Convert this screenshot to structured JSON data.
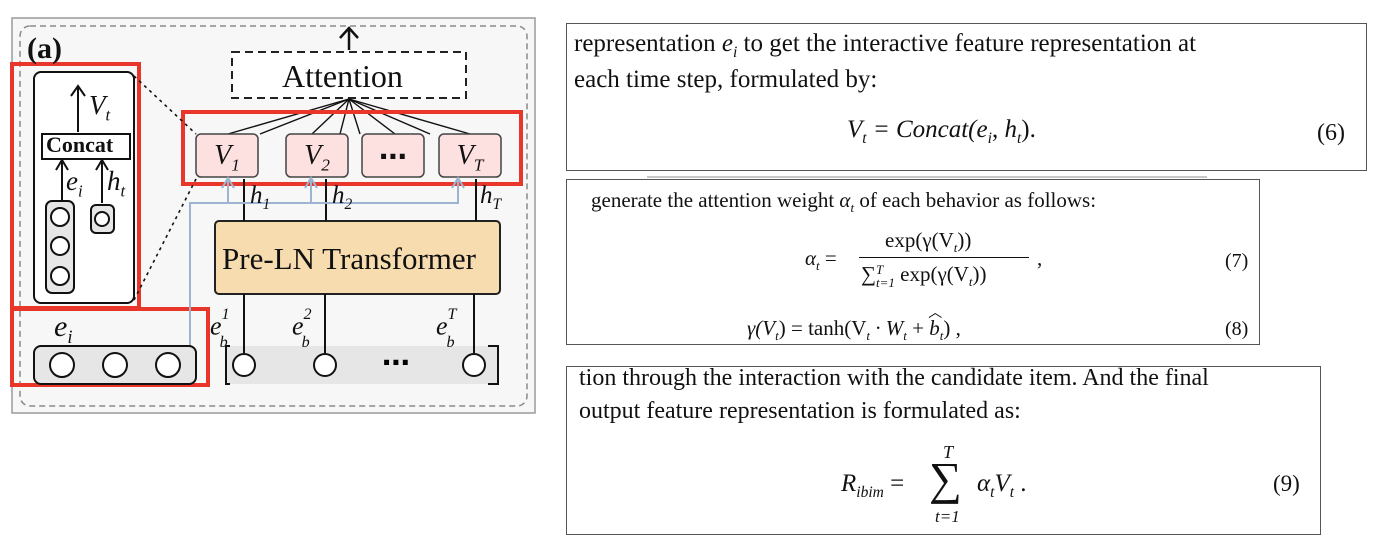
{
  "diagram": {
    "panel_label": "(a)",
    "attention_label": "Attention",
    "transformer_label": "Pre-LN Transformer",
    "concat_label": "Concat",
    "v_labels": [
      "V",
      "V",
      "⋯",
      "V"
    ],
    "v_subs": [
      "1",
      "2",
      "",
      "T"
    ],
    "h_labels": [
      "h",
      "h",
      "h"
    ],
    "h_subs": [
      "1",
      "2",
      "T"
    ],
    "e_labels": [
      "e",
      "e",
      "e"
    ],
    "e_sups": [
      "1",
      "2",
      "T"
    ],
    "e_sub": "b",
    "ei_label": "e",
    "ei_sub": "i",
    "side_v": "V",
    "side_v_sub": "t",
    "side_e": "e",
    "side_e_sub": "i",
    "side_h": "h",
    "side_h_sub": "t",
    "ellipsis": "⋯",
    "highlight_color": "#e8372a",
    "vbox_fill": "#fde1e1",
    "transformer_fill": "#f6dcae"
  },
  "panel1": {
    "line1_prefix": "representation ",
    "line1_var": "e",
    "line1_sub": "i",
    "line1_suffix": " to get the interactive feature representation at",
    "line2": "each time step, formulated by:",
    "eq_lhs": "V",
    "eq_lhs_sub": "t",
    "eq_rhs": " = Concat(",
    "eq_arg1": "e",
    "eq_arg1_sub": "i",
    "eq_comma": ", ",
    "eq_arg2": "h",
    "eq_arg2_sub": "t",
    "eq_close": ").",
    "eq_number": "(6)"
  },
  "panel2": {
    "line1_prefix": "generate the attention weight ",
    "line1_var": "α",
    "line1_sub": "t",
    "line1_suffix": " of each behavior as follows:",
    "eq7_lhs": "α",
    "eq7_lhs_sub": "t",
    "eq7_numerator": "exp(γ(V",
    "eq7_num_sub": "t",
    "eq7_num_close": "))",
    "eq7_denominator_sum": "∑",
    "eq7_den_sup": "T",
    "eq7_den_sub": "t=1",
    "eq7_denominator": " exp(γ(V",
    "eq7_den_inner_sub": "t",
    "eq7_den_close": "))",
    "eq7_trailing": ",",
    "eq7_number": "(7)",
    "eq8_text": "γ(V",
    "eq8_sub1": "t",
    "eq8_mid": ") = tanh(V",
    "eq8_sub2": "t",
    "eq8_dot": " · W",
    "eq8_sub3": "t",
    "eq8_plus": " + ",
    "eq8_b": "b",
    "eq8_sub4": "t",
    "eq8_close": ") ,",
    "eq8_number": "(8)"
  },
  "panel3": {
    "line1": "tion through the interaction with the candidate item. And the final",
    "line2": "output feature representation is formulated as:",
    "eq_lhs": "R",
    "eq_lhs_sub": "ibim",
    "eq_equals": " = ",
    "eq_sum": "∑",
    "eq_sum_top": "T",
    "eq_sum_bottom": "t=1",
    "eq_term": "α",
    "eq_term_sub": "t",
    "eq_term2": "V",
    "eq_term2_sub": "t",
    "eq_period": " .",
    "eq_number": "(9)"
  }
}
